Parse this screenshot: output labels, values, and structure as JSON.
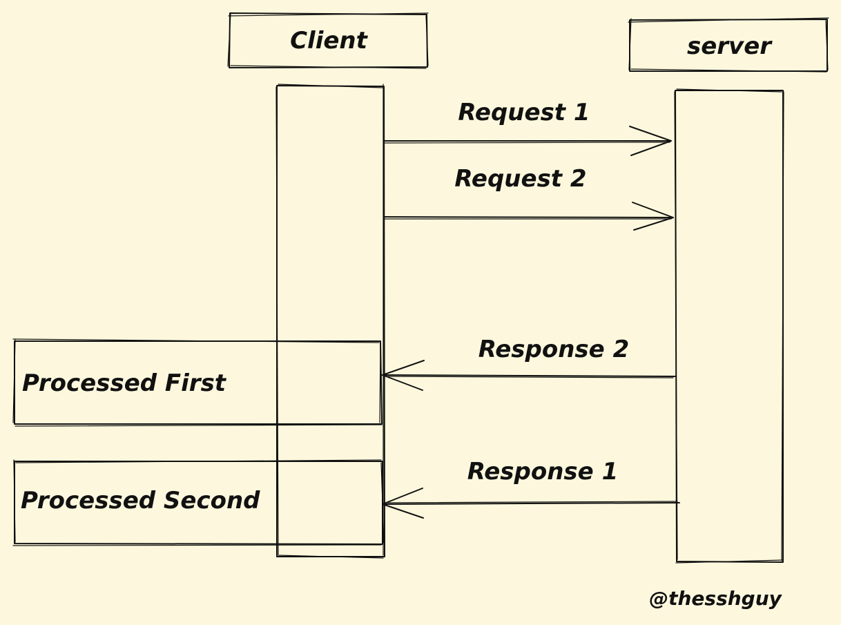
{
  "participants": {
    "client": {
      "label": "Client"
    },
    "server": {
      "label": "server"
    }
  },
  "messages": [
    {
      "id": "request-1",
      "label": "Request 1",
      "from": "client",
      "to": "server"
    },
    {
      "id": "request-2",
      "label": "Request 2",
      "from": "client",
      "to": "server"
    },
    {
      "id": "response-2",
      "label": "Response 2",
      "from": "server",
      "to": "client"
    },
    {
      "id": "response-1",
      "label": "Response 1",
      "from": "server",
      "to": "client"
    }
  ],
  "notes": {
    "processed_first": "Processed First",
    "processed_second": "Processed Second"
  },
  "watermark": "@thesshguy",
  "colors": {
    "background": "#fdf8dd",
    "ink": "#111111"
  }
}
